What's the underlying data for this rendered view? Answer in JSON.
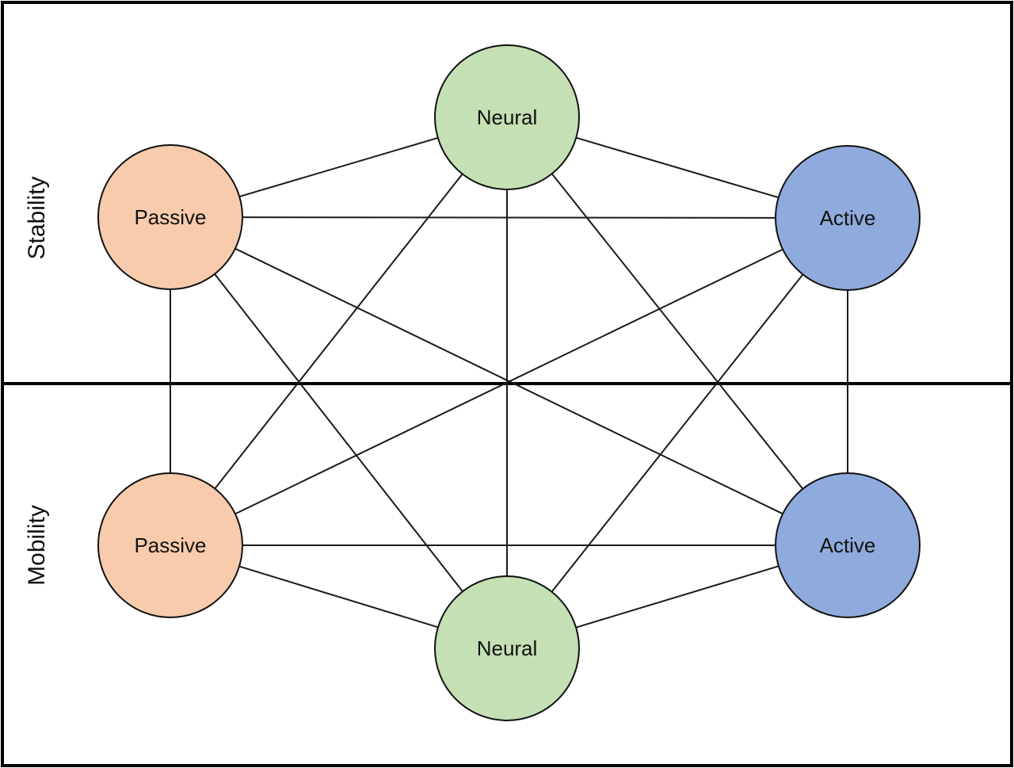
{
  "sections": {
    "top_label": "Stability",
    "bottom_label": "Mobility"
  },
  "nodes": {
    "stability_neural": {
      "label": "Neural",
      "color": "#c5e0b4"
    },
    "stability_passive": {
      "label": "Passive",
      "color": "#f8cbad"
    },
    "stability_active": {
      "label": "Active",
      "color": "#8faadc"
    },
    "mobility_passive": {
      "label": "Passive",
      "color": "#f8cbad"
    },
    "mobility_active": {
      "label": "Active",
      "color": "#8faadc"
    },
    "mobility_neural": {
      "label": "Neural",
      "color": "#c5e0b4"
    }
  },
  "edges": [
    [
      "stability_neural",
      "stability_passive"
    ],
    [
      "stability_neural",
      "stability_active"
    ],
    [
      "stability_neural",
      "mobility_passive"
    ],
    [
      "stability_neural",
      "mobility_neural"
    ],
    [
      "stability_neural",
      "mobility_active"
    ],
    [
      "stability_passive",
      "stability_active"
    ],
    [
      "stability_passive",
      "mobility_passive"
    ],
    [
      "stability_passive",
      "mobility_neural"
    ],
    [
      "stability_passive",
      "mobility_active"
    ],
    [
      "stability_active",
      "mobility_passive"
    ],
    [
      "stability_active",
      "mobility_neural"
    ],
    [
      "stability_active",
      "mobility_active"
    ],
    [
      "mobility_passive",
      "mobility_active"
    ],
    [
      "mobility_passive",
      "mobility_neural"
    ],
    [
      "mobility_neural",
      "mobility_active"
    ]
  ]
}
